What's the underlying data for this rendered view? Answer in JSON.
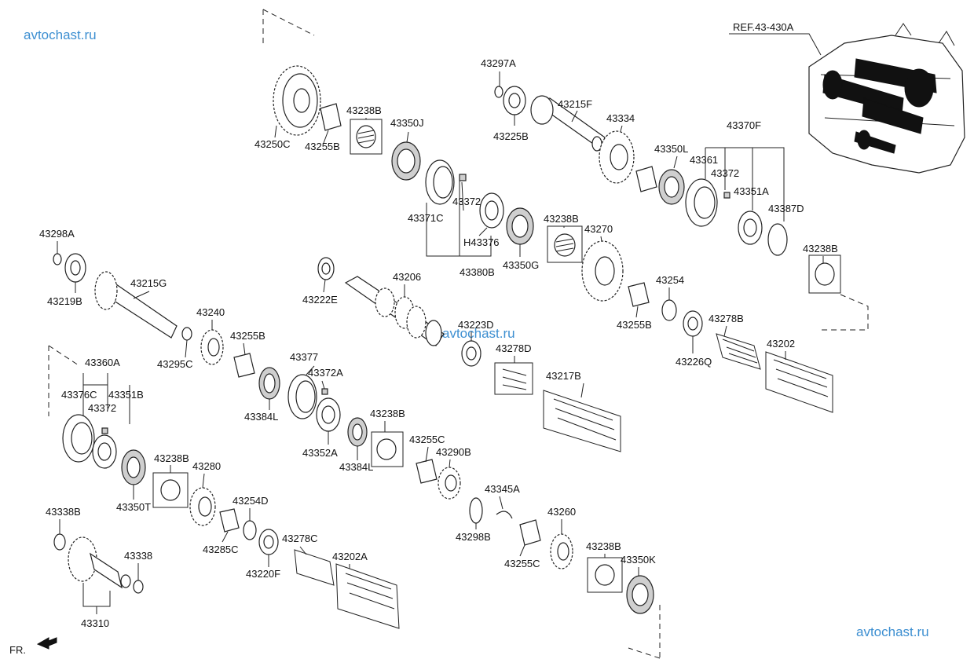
{
  "watermarks": [
    "avtochast.ru",
    "avtochast.ru",
    "avtochast.ru"
  ],
  "reference": "REF.43-430A",
  "front_marker": "FR.",
  "part_labels": [
    "43250C",
    "43255B",
    "43238B",
    "43350J",
    "43297A",
    "43225B",
    "43215F",
    "43334",
    "43350L",
    "43370F",
    "43361",
    "43372",
    "43351A",
    "43387D",
    "43371C",
    "43372",
    "H43376",
    "43380B",
    "43350G",
    "43238B",
    "43270",
    "43255B",
    "43254",
    "43238B",
    "43298A",
    "43219B",
    "43215G",
    "43222E",
    "43206",
    "43240",
    "43255B",
    "43295C",
    "43223D",
    "43278D",
    "43278B",
    "43226Q",
    "43202",
    "43360A",
    "43376C",
    "43351B",
    "43372",
    "43377",
    "43372A",
    "43384L",
    "43352A",
    "43238B",
    "43384L",
    "43217B",
    "43255C",
    "43290B",
    "43238B",
    "43280",
    "43350T",
    "43254D",
    "43345A",
    "43338B",
    "43298B",
    "43260",
    "43285C",
    "43338",
    "43278C",
    "43202A",
    "43220F",
    "43255C",
    "43238B",
    "43350K",
    "43310"
  ]
}
